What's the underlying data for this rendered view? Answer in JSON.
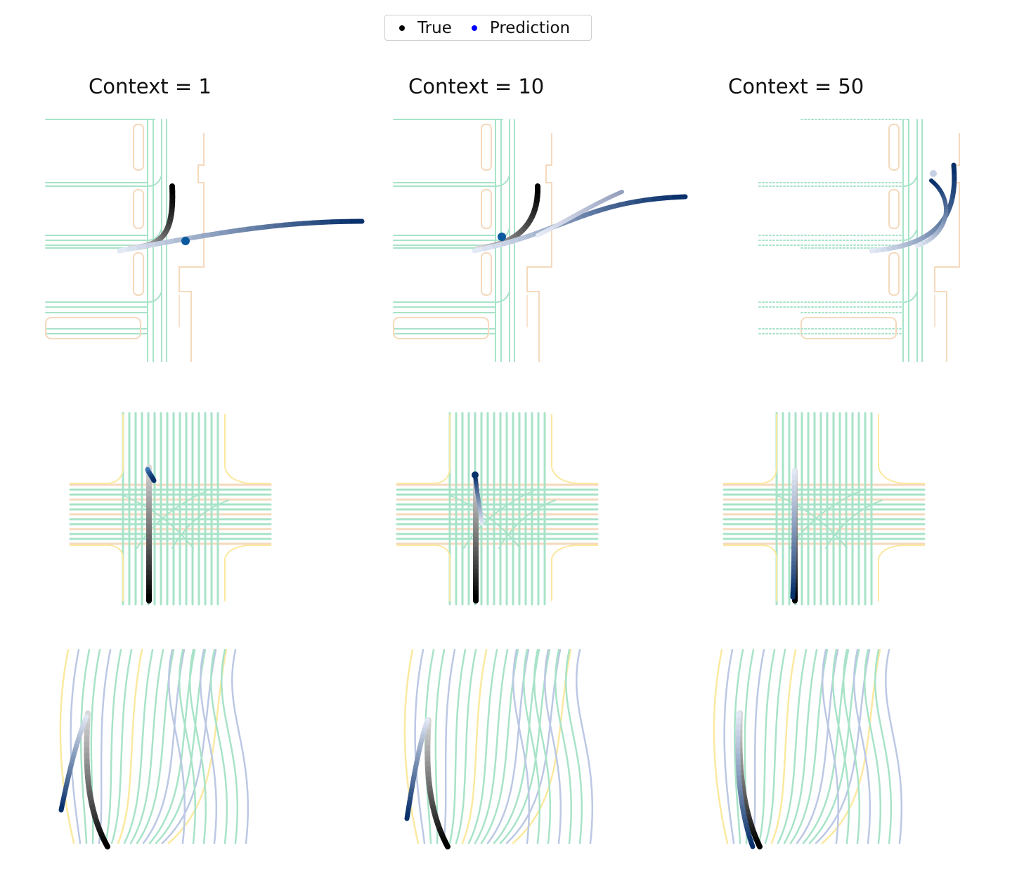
{
  "legend": {
    "items": [
      {
        "label": "True",
        "color": "#000000"
      },
      {
        "label": "Prediction",
        "color": "#0000ff"
      }
    ]
  },
  "columns": [
    {
      "title": "Context = 1"
    },
    {
      "title": "Context = 10"
    },
    {
      "title": "Context = 50"
    }
  ],
  "colors": {
    "lane_green": "#a8e3c8",
    "road_orange": "#f5d9bd",
    "lane_blue": "#bcc8e4",
    "lane_yellow": "#fbe9a0",
    "true_dark": "#000000",
    "pred_dark": "#08306b"
  }
}
